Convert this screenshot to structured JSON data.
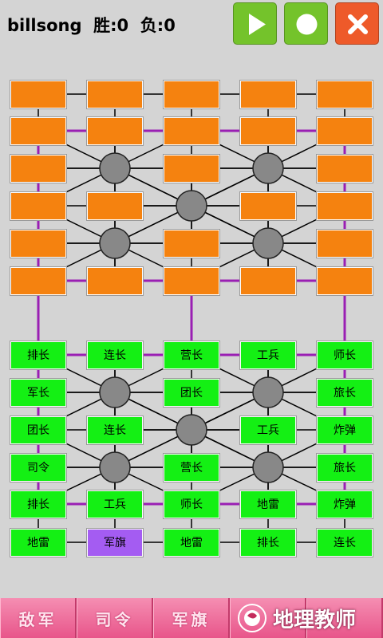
{
  "header": {
    "status_text": "billsong  胜:0  负:0",
    "buttons": {
      "play": {
        "color": "#74c32b"
      },
      "stop": {
        "color": "#74c32b"
      },
      "close": {
        "color": "#ee5a2a"
      }
    }
  },
  "board": {
    "colors": {
      "enemy": "#f5820f",
      "mine": "#14f014",
      "flag": "#a45cf2",
      "camp": "#888888",
      "railroad": "#9a1fb3",
      "road": "#000000"
    },
    "enemy_rows": 6,
    "enemy_cols": 5,
    "my_pieces": [
      [
        "排长",
        "连长",
        "营长",
        "工兵",
        "师长"
      ],
      [
        "军长",
        "",
        "团长",
        "",
        "旅长"
      ],
      [
        "团长",
        "连长",
        "",
        "工兵",
        "炸弹"
      ],
      [
        "司令",
        "",
        "营长",
        "",
        "旅长"
      ],
      [
        "排长",
        "工兵",
        "师长",
        "地雷",
        "炸弹"
      ],
      [
        "地雷",
        "军旗",
        "地雷",
        "排长",
        "连长"
      ]
    ],
    "flag_position": [
      5,
      1
    ]
  },
  "bottom_bar": {
    "buttons": [
      "敌军",
      "司令",
      "军旗",
      "",
      ""
    ]
  },
  "watermark": {
    "text": "地理教师"
  }
}
